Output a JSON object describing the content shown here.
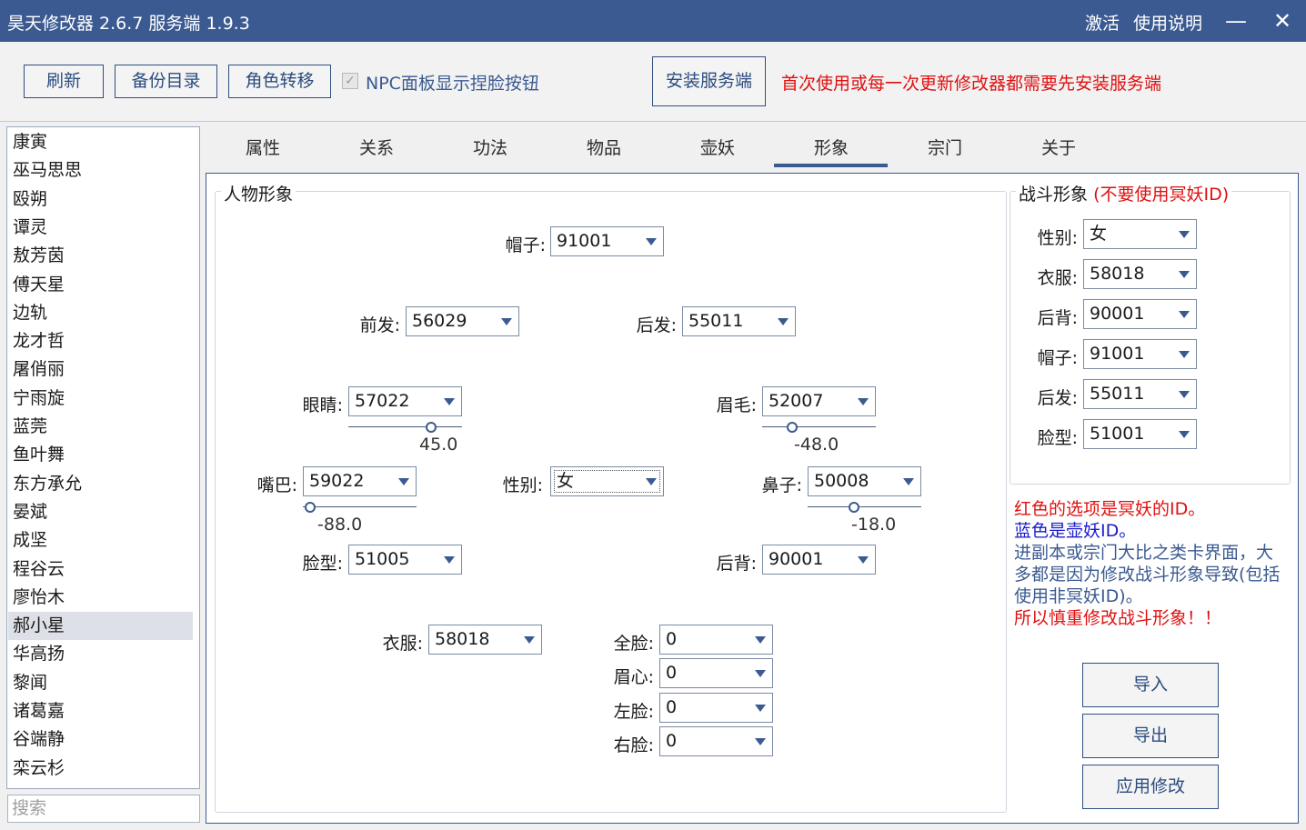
{
  "window": {
    "title": "昊天修改器  2.6.7   服务端 1.9.3",
    "link_activate": "激活",
    "link_help": "使用说明",
    "minimize_glyph": "—",
    "close_glyph": "✕"
  },
  "toolbar": {
    "refresh": "刷新",
    "backup": "备份目录",
    "transfer": "角色转移",
    "npc_checkbox": {
      "label": "NPC面板显示捏脸按钮",
      "checked": true
    },
    "install": "安装服务端",
    "warning": "首次使用或每一次更新修改器都需要先安装服务端"
  },
  "characters": {
    "items": [
      "康寅",
      "巫马思思",
      "殴朔",
      "谭灵",
      "敖芳茵",
      "傅天星",
      "边轨",
      "龙才哲",
      "屠俏丽",
      "宁雨旋",
      "蓝莞",
      "鱼叶舞",
      "东方承允",
      "晏斌",
      "成坚",
      "程谷云",
      "廖怡木",
      "郝小星",
      "华高扬",
      "黎闻",
      "诸葛嘉",
      "谷端静",
      "栾云杉"
    ],
    "selected": "郝小星",
    "search_placeholder": "搜索"
  },
  "tabs": [
    "属性",
    "关系",
    "功法",
    "物品",
    "壶妖",
    "形象",
    "宗门",
    "关于"
  ],
  "active_tab": "形象",
  "appearance": {
    "title": "人物形象",
    "hat": {
      "label": "帽子:",
      "value": "91001"
    },
    "front_hair": {
      "label": "前发:",
      "value": "56029"
    },
    "back_hair": {
      "label": "后发:",
      "value": "55011"
    },
    "eyes": {
      "label": "眼睛:",
      "value": "57022",
      "slider": 45.0,
      "slider_text": "45.0"
    },
    "eyebrows": {
      "label": "眉毛:",
      "value": "52007",
      "slider": -48.0,
      "slider_text": "-48.0"
    },
    "mouth": {
      "label": "嘴巴:",
      "value": "59022",
      "slider": -88.0,
      "slider_text": "-88.0"
    },
    "gender": {
      "label": "性别:",
      "value": "女"
    },
    "nose": {
      "label": "鼻子:",
      "value": "50008",
      "slider": -18.0,
      "slider_text": "-18.0"
    },
    "face": {
      "label": "脸型:",
      "value": "51005"
    },
    "back": {
      "label": "后背:",
      "value": "90001"
    },
    "clothes": {
      "label": "衣服:",
      "value": "58018"
    },
    "full_face": {
      "label": "全脸:",
      "value": "0"
    },
    "brow_center": {
      "label": "眉心:",
      "value": "0"
    },
    "left_face": {
      "label": "左脸:",
      "value": "0"
    },
    "right_face": {
      "label": "右脸:",
      "value": "0"
    }
  },
  "battle": {
    "title": "战斗形象",
    "title_warning": "(不要使用冥妖ID)",
    "fields": [
      {
        "label": "性别:",
        "value": "女"
      },
      {
        "label": "衣服:",
        "value": "58018"
      },
      {
        "label": "后背:",
        "value": "90001"
      },
      {
        "label": "帽子:",
        "value": "91001"
      },
      {
        "label": "后发:",
        "value": "55011"
      },
      {
        "label": "脸型:",
        "value": "51001"
      }
    ]
  },
  "notes": {
    "red_line": "红色的选项是冥妖的ID。",
    "blue_line": "蓝色是壶妖ID。",
    "body_1": "进副本或宗门大比之类卡界面，大",
    "body_2": "多都是因为修改战斗形象导致(包括",
    "body_3": "使用非冥妖ID)。",
    "caution": "所以慎重修改战斗形象！！"
  },
  "actions": {
    "import": "导入",
    "export": "导出",
    "apply": "应用修改"
  },
  "colors": {
    "titlebar": "#3b5a91",
    "accent": "#3b5a91",
    "warning": "#e01010",
    "blue_note": "#1a1acc"
  },
  "slider_range": [
    -100,
    100
  ]
}
